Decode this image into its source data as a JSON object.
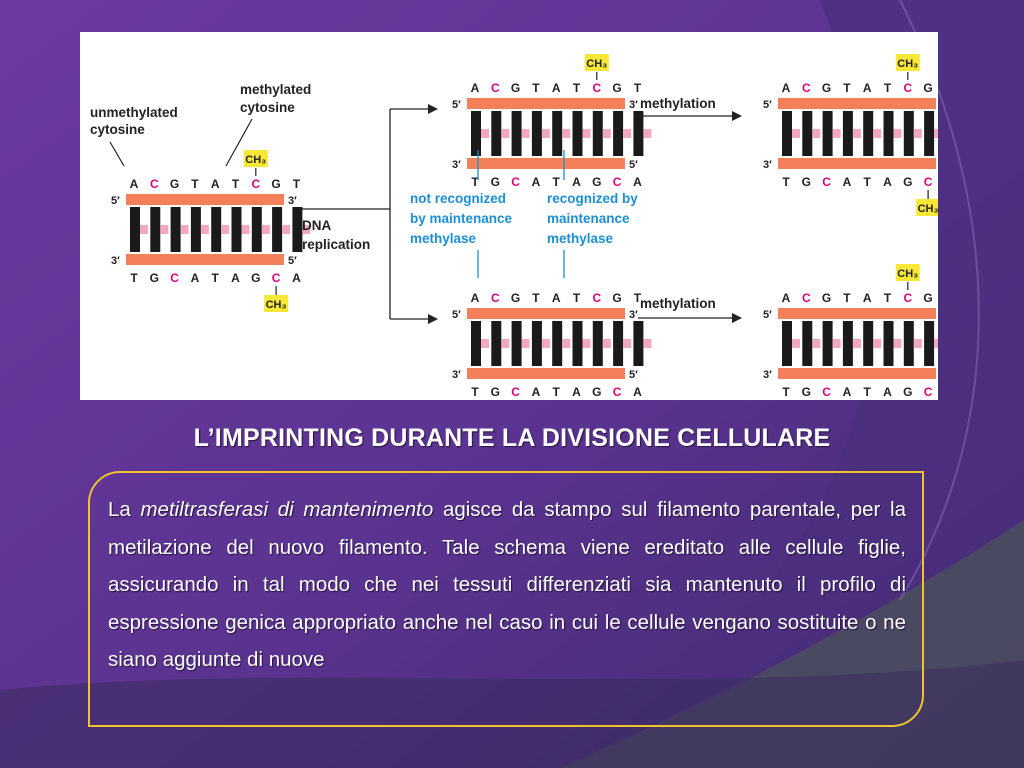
{
  "slide": {
    "title": "L’IMPRINTING DURANTE LA DIVISIONE CELLULARE",
    "body": {
      "lead": "La",
      "emphasis": "metiltrasferasi di mantenimento",
      "rest": "agisce da stampo sul filamento parentale, per la metilazione del nuovo filamento. Tale schema viene ereditato alle cellule figlie, assicurando in tal modo che nei tessuti differenziati sia mantenuto il profilo di espressione genica appropriato anche nel caso in cui le cellule vengano sostituite o ne siano aggiunte di nuove"
    },
    "colors": {
      "background": "#6a3a9a",
      "border": "#f2c12e",
      "text": "#ffffff"
    }
  },
  "diagram": {
    "labels": {
      "unmethylated_cytosine": [
        "unmethylated",
        "cytosine"
      ],
      "methylated_cytosine": [
        "methylated",
        "cytosine"
      ],
      "dna_replication": [
        "DNA",
        "replication"
      ],
      "not_recognized": [
        "not recognized",
        "by maintenance",
        "methylase"
      ],
      "recognized": [
        "recognized by",
        "maintenance",
        "methylase"
      ],
      "methylation_top": "methylation",
      "methylation_bottom": "methylation",
      "ch3": "CH₃"
    },
    "strand_ends": {
      "five": "5′",
      "three": "3′"
    },
    "top_sequence": [
      "A",
      "C",
      "G",
      "T",
      "A",
      "T",
      "C",
      "G",
      "T"
    ],
    "bottom_sequence": [
      "T",
      "G",
      "C",
      "A",
      "T",
      "A",
      "G",
      "C",
      "A"
    ],
    "methylated_top_indices": [
      1,
      6
    ],
    "methylated_bottom_indices": [
      2,
      7
    ],
    "colors": {
      "strand": "#f4805b",
      "base_black": "#1a1a1a",
      "base_pink": "#f2a8c0",
      "methyl_box": "#f7e838",
      "methyl_letter": "#e0007a",
      "recognition_text": "#1d8fd4"
    },
    "duplexes": [
      {
        "id": "parent",
        "top_ch3": [
          6
        ],
        "bottom_ch3": [
          7
        ]
      },
      {
        "id": "daughter-1-hemi",
        "top_ch3": [
          6
        ],
        "bottom_ch3": []
      },
      {
        "id": "daughter-1-full",
        "top_ch3": [
          6
        ],
        "bottom_ch3": [
          7
        ]
      },
      {
        "id": "daughter-2-hemi",
        "top_ch3": [],
        "bottom_ch3": [
          7
        ]
      },
      {
        "id": "daughter-2-full",
        "top_ch3": [
          6
        ],
        "bottom_ch3": [
          7
        ]
      }
    ]
  }
}
